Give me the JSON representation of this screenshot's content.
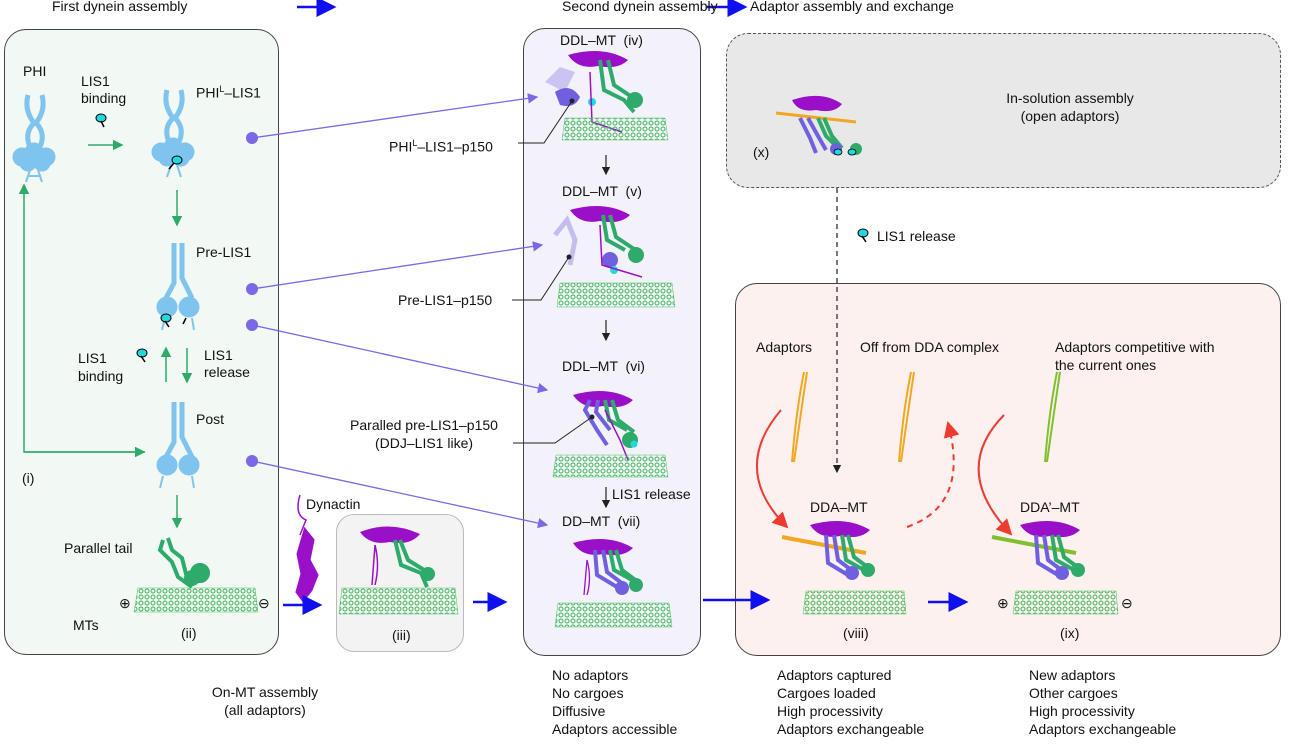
{
  "headers": {
    "first": "First dynein assembly",
    "second": "Second dynein assembly",
    "third": "Adaptor assembly and exchange"
  },
  "panel_first": {
    "phi": "PHI",
    "lis1_binding_top": [
      "LIS1",
      "binding"
    ],
    "phil_lis1": "PHI",
    "phil_lis1_sup": "L",
    "phil_lis1_suffix": "–LIS1",
    "pre_lis1": "Pre-LIS1",
    "lis1_binding_mid": [
      "LIS1",
      "binding"
    ],
    "lis1_release_mid": [
      "LIS1",
      "release"
    ],
    "post": "Post",
    "label_i": "(i)",
    "parallel_tail": "Parallel tail",
    "mts": "MTs",
    "label_ii": "(ii)",
    "plus": "⊕",
    "minus": "⊖"
  },
  "on_mt": {
    "dynactin": "Dynactin",
    "label_iii": "(iii)",
    "caption": [
      "On-MT assembly",
      "(all adaptors)"
    ]
  },
  "panel_second": {
    "iv": "DDL–MT  (iv)",
    "v": "DDL–MT  (v)",
    "vi": "DDL–MT  (vi)",
    "vii": "DD–MT  (vii)",
    "lis1_release": "LIS1 release",
    "callout_iv_main": "PHI",
    "callout_iv_sup": "L",
    "callout_iv_suffix": "–LIS1–p150",
    "callout_v": "Pre-LIS1–p150",
    "callout_vi": [
      "Paralled pre-LIS1–p150",
      "(DDJ–LIS1 like)"
    ],
    "caption": [
      "No adaptors",
      "No cargoes",
      "Diffusive",
      "Adaptors accessible"
    ]
  },
  "panel_solution": {
    "title": [
      "In-solution assembly",
      "(open adaptors)"
    ],
    "label_x": "(x)",
    "lis1_release": "LIS1 release"
  },
  "panel_third": {
    "adaptors": "Adaptors",
    "off": "Off from DDA complex",
    "competitive": [
      "Adaptors competitive with",
      "the current ones"
    ],
    "dda": "DDA–MT",
    "dda_prime": "DDA’–MT",
    "label_viii": "(viii)",
    "label_ix": "(ix)",
    "plus": "⊕",
    "minus": "⊖",
    "caption_viii": [
      "Adaptors captured",
      "Cargoes loaded",
      "High processivity",
      "Adaptors exchangeable"
    ],
    "caption_ix": [
      "New adaptors",
      "Other cargoes",
      "High processivity",
      "Adaptors exchangeable"
    ]
  },
  "colors": {
    "dynein_autoinhibited": "#7fc4ee",
    "dynein_active_green": "#2eaa6a",
    "dynein_purple_blue": "#7060e0",
    "dynactin": "#9a10c8",
    "lis1": "#20d8e0",
    "microtubule": "#4cc060",
    "adaptor_old": "#f0a820",
    "adaptor_new": "#80c030",
    "flow_arrow": "#1010ee",
    "link_line": "#7a68e6",
    "state_arrow": "#2eaa6a",
    "exchange_arrow": "#ee3a30",
    "bg_first": "#f2f8f3",
    "bg_second": "#f3f2fa",
    "bg_solution": "#e8e8e8",
    "bg_third": "#fdf1ef"
  }
}
